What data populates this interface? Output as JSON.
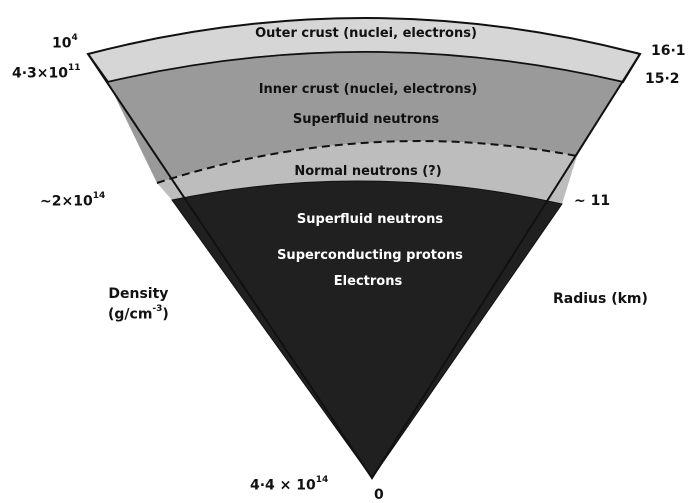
{
  "colors": {
    "outer_crust": "#d6d6d6",
    "inner_crust": "#9a9a9a",
    "normal_neutrons": "#bdbdbd",
    "core": "#202020",
    "background": "#ffffff"
  },
  "layers": {
    "outer_crust": "Outer crust (nuclei, electrons)",
    "inner_crust": "Inner crust (nuclei, electrons)",
    "inner_crust_sub": "Superfluid neutrons",
    "normal_neutrons": "Normal neutrons (?)",
    "core_line1": "Superfluid neutrons",
    "core_line2": "Superconducting protons",
    "core_line3": "Electrons"
  },
  "density_labels": {
    "top_mantissa": "10",
    "top_exp": "4",
    "inner_mantissa": "4·3×10",
    "inner_exp": "11",
    "core_mantissa": "~2×10",
    "core_exp": "14",
    "center_mantissa": "4·4 × 10",
    "center_exp": "14",
    "axis_title_line1": "Density",
    "axis_title_line2_pre": "(g/cm",
    "axis_title_line2_exp": "-3",
    "axis_title_line2_post": ")"
  },
  "radius_labels": {
    "top": "16·1",
    "inner": "15·2",
    "core": "~ 11",
    "center": "0",
    "axis_title": "Radius (km)"
  }
}
